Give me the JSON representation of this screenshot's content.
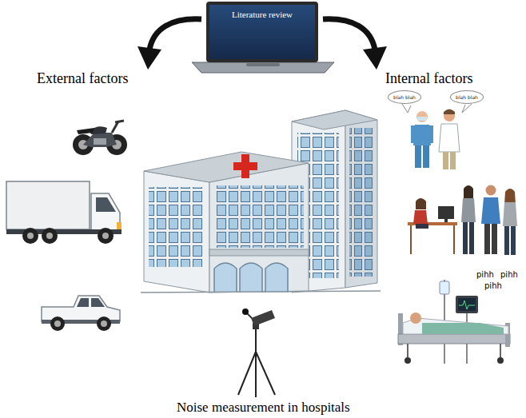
{
  "diagram": {
    "caption": "Noise measurement in hospitals",
    "nodes": [
      {
        "text": [
          "Literature review"
        ]
      },
      {
        "text": [
          "blah blah"
        ]
      },
      {
        "text": [
          "blah blah"
        ]
      }
    ],
    "labels": [
      "External factors",
      "Internal factors",
      "pihh",
      "pihh",
      "pihh"
    ]
  }
}
